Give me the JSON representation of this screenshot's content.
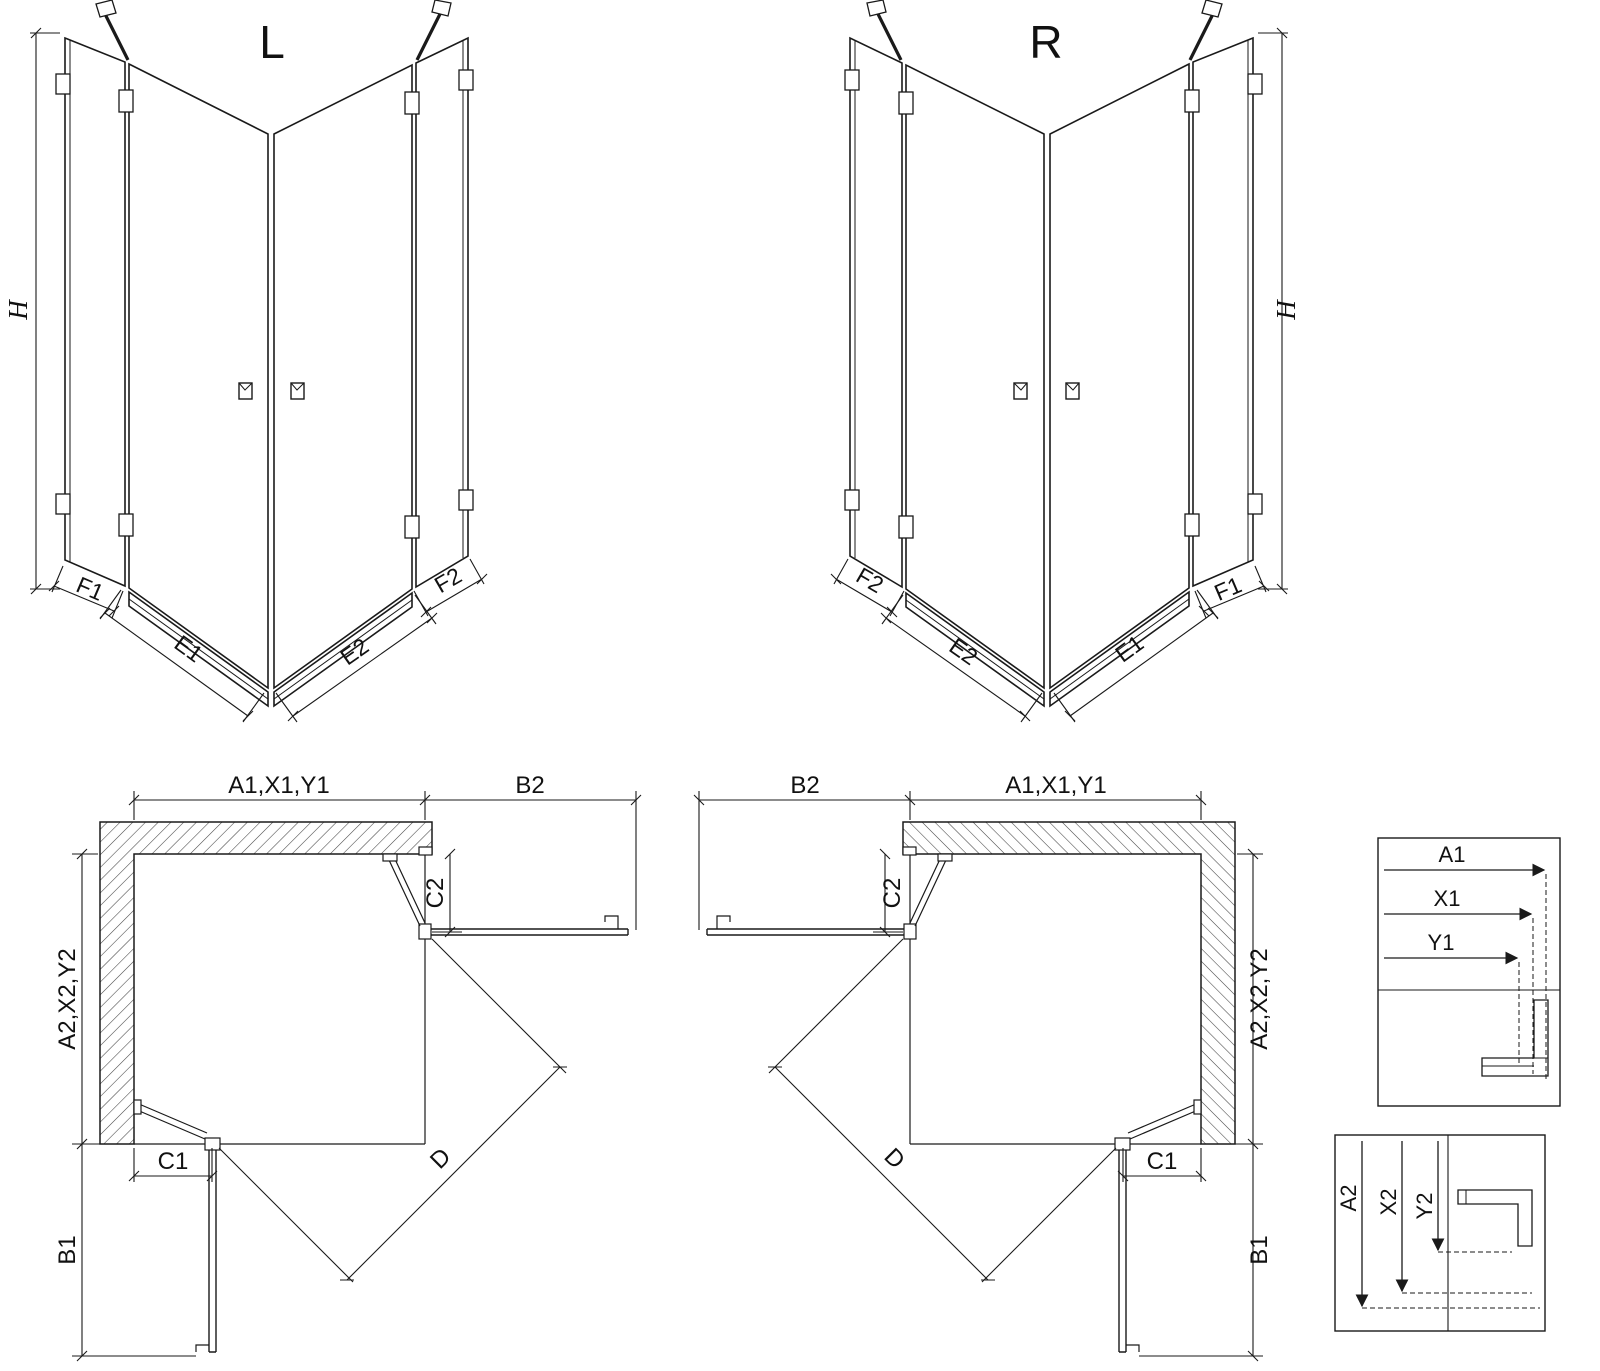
{
  "page": {
    "ink_color": "#1a1a1a",
    "background_color": "#ffffff"
  },
  "views": {
    "l3d": {
      "title": "L",
      "h": "H",
      "f1": "F1",
      "e1": "E1",
      "e2": "E2",
      "f2": "F2"
    },
    "r3d": {
      "title": "R",
      "h": "H",
      "f1": "F1",
      "e1": "E1",
      "e2": "E2",
      "f2": "F2"
    },
    "lplan": {
      "width": "A1,X1,Y1",
      "b2": "B2",
      "c2": "C2",
      "depth": "A2,X2,Y2",
      "c1": "C1",
      "b1": "B1",
      "d": "D"
    },
    "rplan": {
      "width": "A1,X1,Y1",
      "b2": "B2",
      "c2": "C2",
      "depth": "A2,X2,Y2",
      "c1": "C1",
      "b1": "B1",
      "d": "D"
    },
    "detail_top": {
      "a1": "A1",
      "x1": "X1",
      "y1": "Y1"
    },
    "detail_bottom": {
      "a2": "A2",
      "x2": "X2",
      "y2": "Y2"
    }
  }
}
